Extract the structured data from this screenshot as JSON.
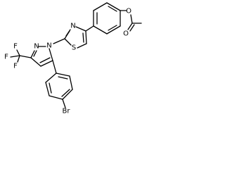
{
  "molecule": {
    "atoms": {
      "ester_oxygen": "O",
      "carbonyl_oxygen": "O",
      "thiazole_sulfur": "S",
      "thiazole_nitrogen": "N",
      "pyrazole_n1": "N",
      "pyrazole_n2": "N",
      "fluorine_top": "F",
      "fluorine_left": "F",
      "fluorine_bottom": "F",
      "bromine": "Br"
    }
  }
}
